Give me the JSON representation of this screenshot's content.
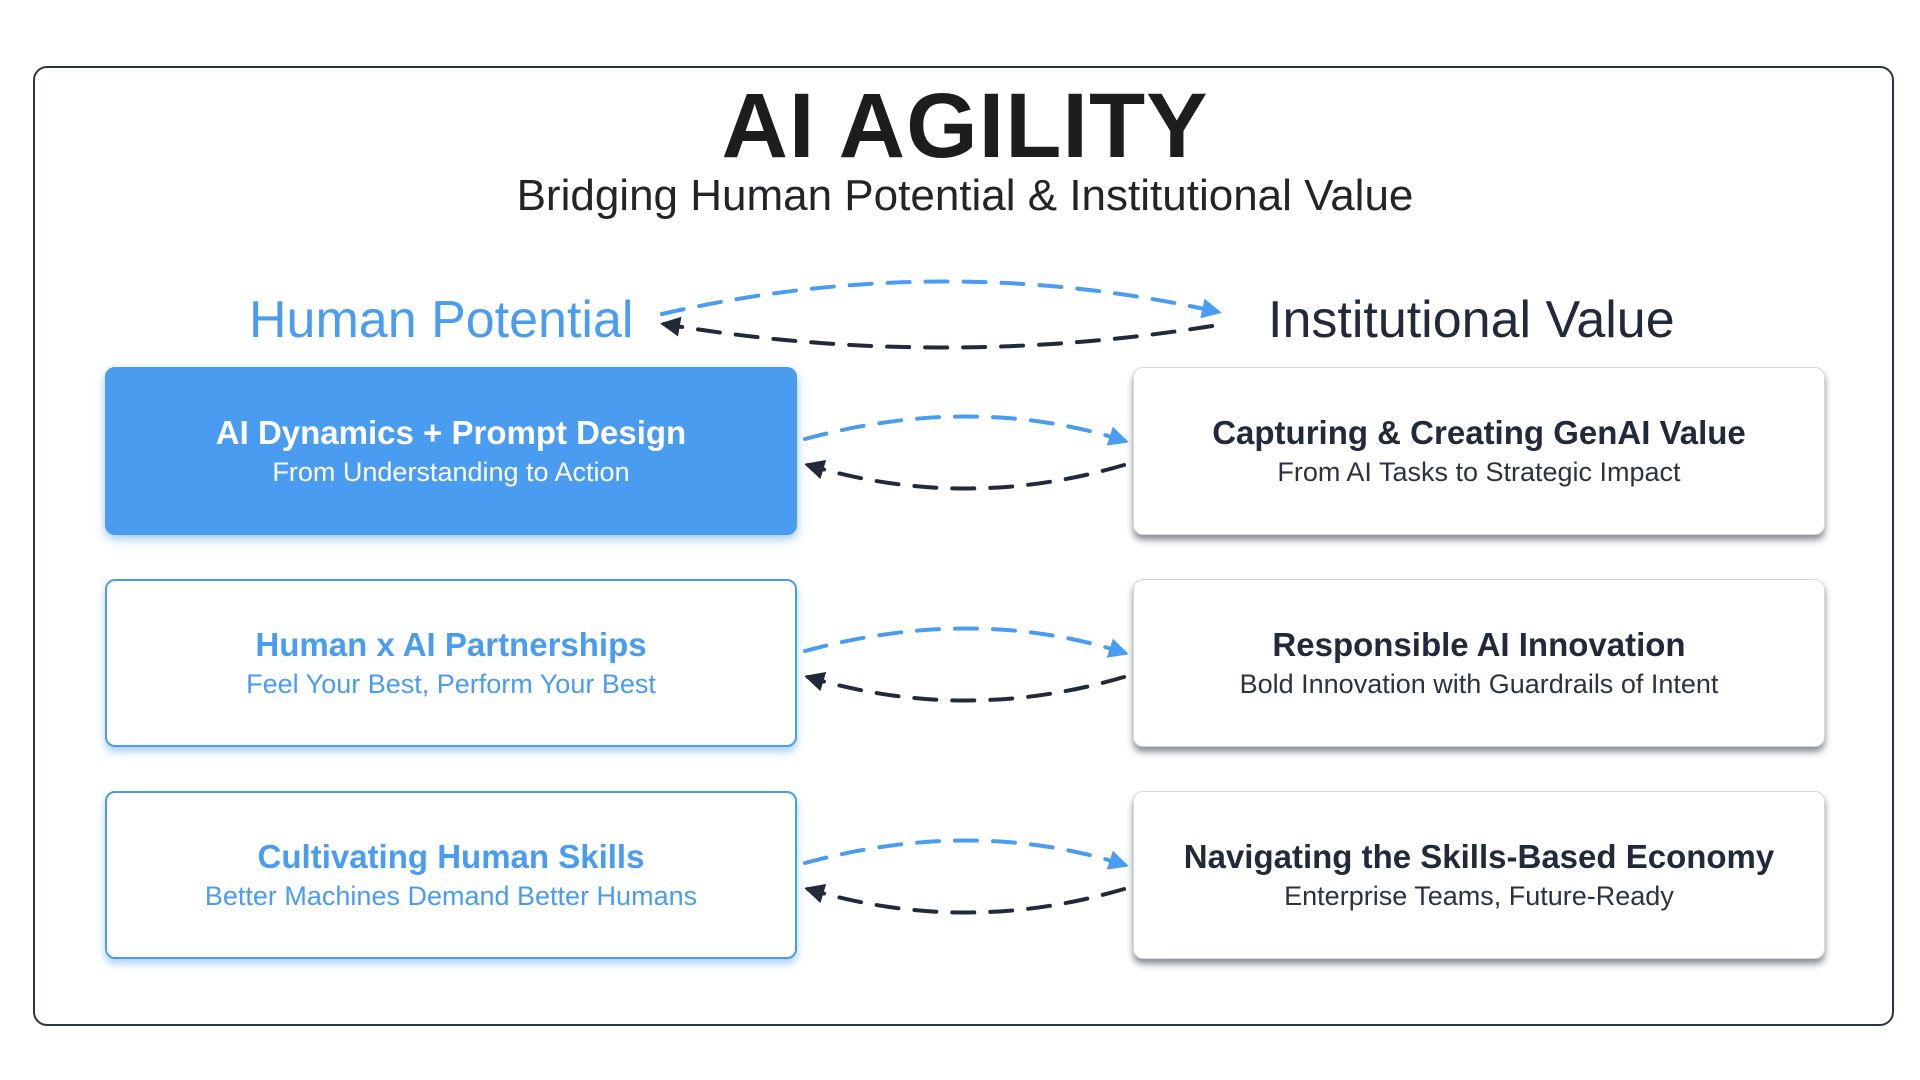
{
  "title": "AI AGILITY",
  "subtitle": "Bridging Human Potential & Institutional Value",
  "columns": {
    "left_heading": "Human Potential",
    "right_heading": "Institutional Value"
  },
  "rows": [
    {
      "left": {
        "title": "AI Dynamics + Prompt Design",
        "subtitle": "From Understanding to Action"
      },
      "right": {
        "title": "Capturing & Creating GenAI Value",
        "subtitle": "From AI Tasks to Strategic Impact"
      }
    },
    {
      "left": {
        "title": "Human x AI  Partnerships",
        "subtitle": "Feel Your Best, Perform Your Best"
      },
      "right": {
        "title": "Responsible AI Innovation",
        "subtitle": "Bold Innovation with Guardrails of Intent"
      }
    },
    {
      "left": {
        "title": "Cultivating Human Skills",
        "subtitle": "Better Machines Demand Better Humans"
      },
      "right": {
        "title": "Navigating the Skills-Based Economy",
        "subtitle": "Enterprise Teams, Future-Ready"
      }
    }
  ],
  "colors": {
    "accent_blue": "#4a9cf0",
    "dark_navy": "#222a3a",
    "title_black": "#1d1d1f"
  }
}
